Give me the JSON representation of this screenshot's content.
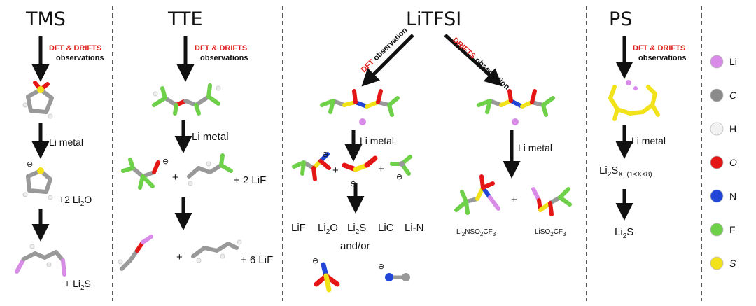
{
  "columns": {
    "tms": {
      "title": "TMS",
      "obs_red": "DFT & DRIFTS",
      "obs_black": "observations",
      "step": "Li metal",
      "prod1": "+2 Li",
      "prod1_sub": "2",
      "prod1_tail": "O",
      "prod2": "+ Li",
      "prod2_sub": "2",
      "prod2_tail": "S"
    },
    "tte": {
      "title": "TTE",
      "obs_red": "DFT & DRIFTS",
      "obs_black": "observations",
      "step": "Li metal",
      "plus": "+",
      "lif1": "+ 2 LiF",
      "lif2": "+ 6 LiF"
    },
    "litfsi": {
      "title": "LiTFSI",
      "dft_red": "DFT",
      "dft_black": " observation",
      "drifts_red": "DRIFTS",
      "drifts_black": " observation",
      "step_left": "Li metal",
      "step_right": "Li metal",
      "prods": [
        "LiF",
        "Li",
        "Li",
        "LiC",
        "Li-N"
      ],
      "li2o_tail": "O",
      "li2s_tail": "S",
      "sub2": "2",
      "andor": "and/or",
      "plus": "+",
      "right_p1_a": "Li",
      "right_p1_b": "NSO",
      "right_p1_c": "CF",
      "right_p2_a": "LiSO",
      "right_p2_b": "CF",
      "sub3": "3"
    },
    "ps": {
      "title": "PS",
      "obs_red": "DFT & DRIFTS",
      "obs_black": "observations",
      "step": "Li metal",
      "prod_a": "Li",
      "prod_sub": "2",
      "prod_b": "S",
      "prod_subx": "X, (1<X<8)",
      "final_a": "Li",
      "final_b": "S"
    }
  },
  "charge_symbol": "⊖",
  "legend": [
    {
      "symbol": "Li",
      "color": "#d98be8"
    },
    {
      "symbol": "C",
      "color": "#8a8a8a"
    },
    {
      "symbol": "H",
      "color": "#f2f2f2"
    },
    {
      "symbol": "O",
      "color": "#e51616"
    },
    {
      "symbol": "N",
      "color": "#2146d8"
    },
    {
      "symbol": "F",
      "color": "#6fd04a"
    },
    {
      "symbol": "S",
      "color": "#f2e21a"
    }
  ],
  "colors": {
    "C": "#8a8a8a",
    "H": "#f0f0f0",
    "O": "#e51616",
    "N": "#2146d8",
    "F": "#6fd04a",
    "S": "#f2e21a",
    "Li": "#d98be8",
    "divider": "#222222",
    "accent": "#e0201e"
  }
}
